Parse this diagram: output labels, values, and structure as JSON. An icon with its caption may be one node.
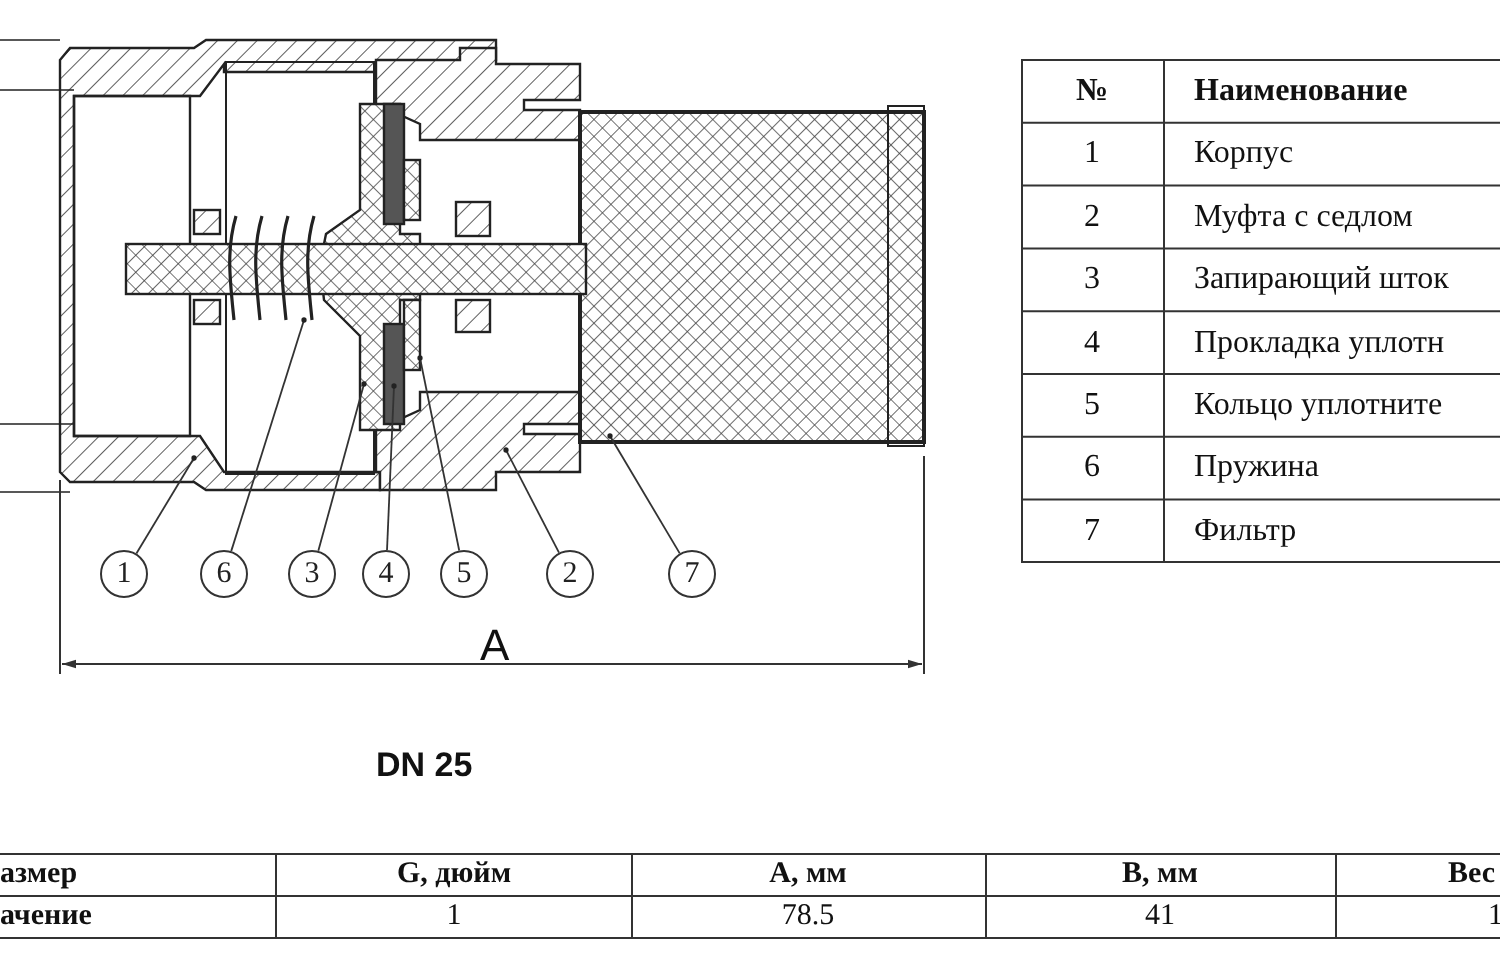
{
  "diagram": {
    "nodes": [
      {
        "text": [
          "1"
        ]
      },
      {
        "text": [
          "6"
        ]
      },
      {
        "text": [
          "3"
        ]
      },
      {
        "text": [
          "4"
        ]
      },
      {
        "text": [
          "5"
        ]
      },
      {
        "text": [
          "2"
        ]
      },
      {
        "text": [
          "7"
        ]
      }
    ],
    "edges": [
      {
        "from": 0,
        "to": null,
        "arrow": "other"
      },
      {
        "from": 1,
        "to": null,
        "arrow": "other"
      },
      {
        "from": 2,
        "to": null,
        "arrow": "other"
      },
      {
        "from": 3,
        "to": null,
        "arrow": "other"
      },
      {
        "from": 4,
        "to": null,
        "arrow": "other"
      },
      {
        "from": 5,
        "to": null,
        "arrow": "other"
      },
      {
        "from": 6,
        "to": null,
        "arrow": "other"
      }
    ],
    "labels": [
      "A",
      "№",
      "Наименование",
      "1",
      "Корпус",
      "2",
      "Муфта с седлом",
      "3",
      "Запирающий шток",
      "4",
      "Прокладка уплотн",
      "5",
      "Кольцо уплотните",
      "6",
      "Пружина",
      "7",
      "Фильтр",
      "DN 25",
      "азмер",
      "G, дюйм",
      "A, мм",
      "B, мм",
      "Вес",
      "ачение",
      "1",
      "78.5",
      "41",
      "1"
    ]
  }
}
